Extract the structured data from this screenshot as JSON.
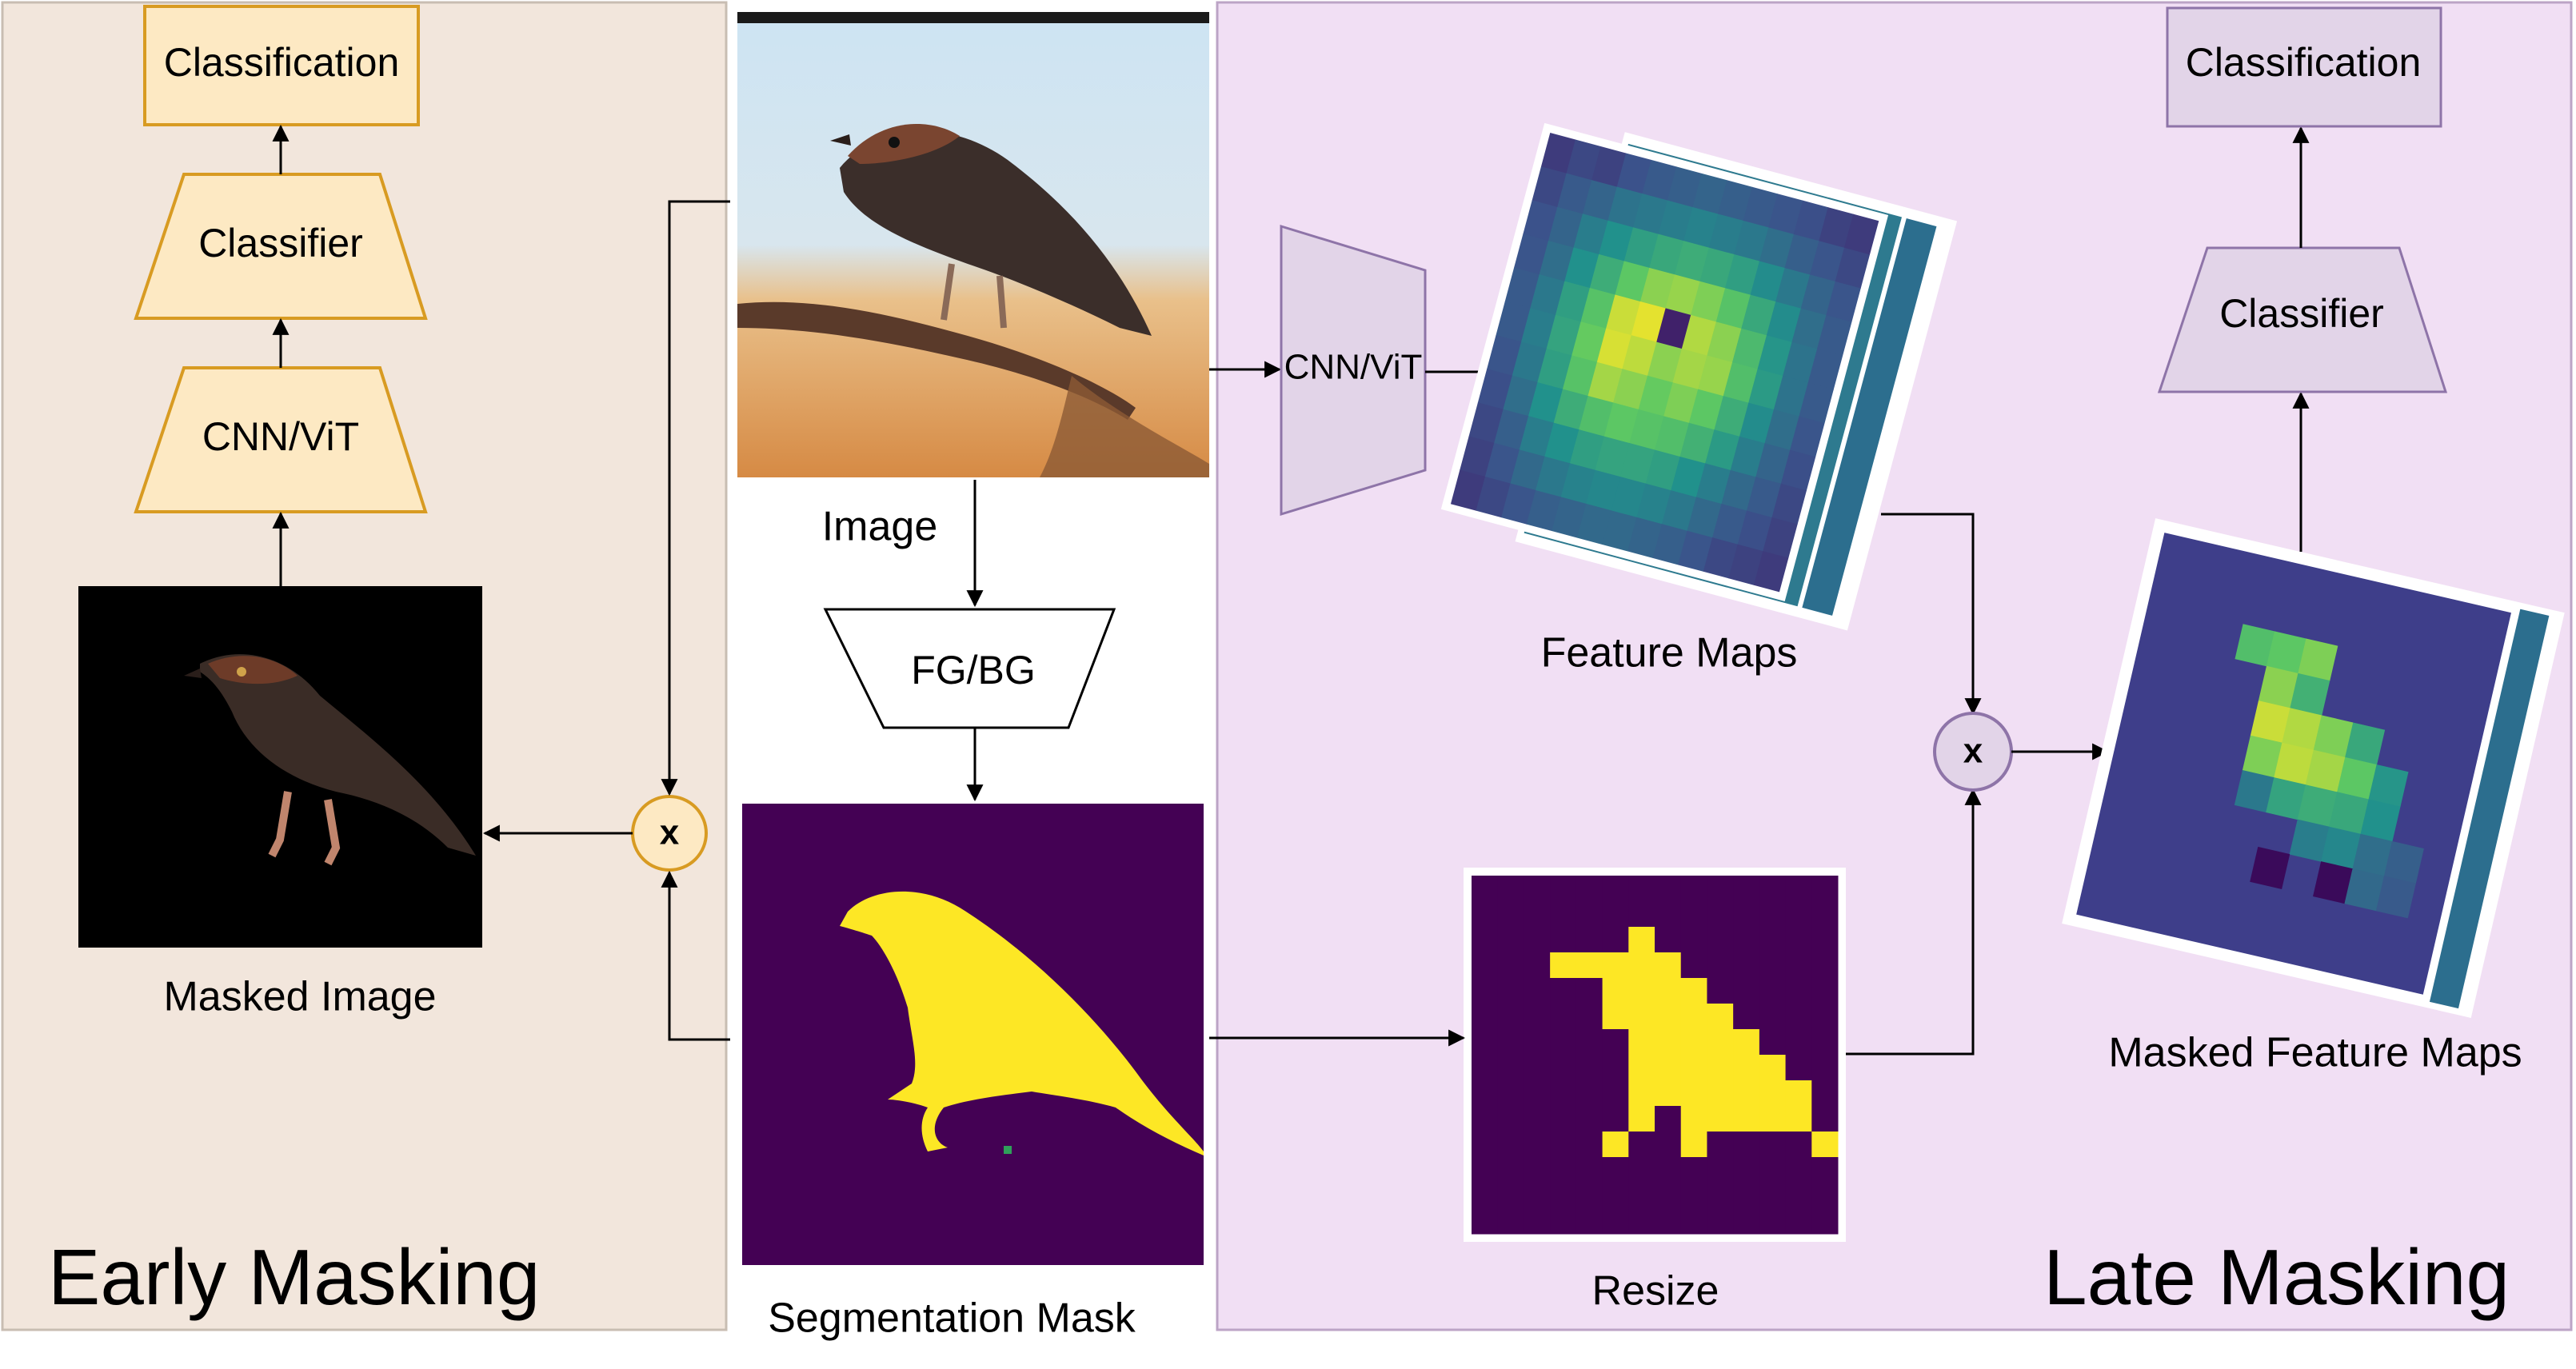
{
  "labels": {
    "early_classification": "Classification",
    "early_classifier": "Classifier",
    "early_backbone": "CNN/ViT",
    "masked_image": "Masked Image",
    "early_masking": "Early Masking",
    "image": "Image",
    "fgbg": "FG/BG",
    "segmentation_mask": "Segmentation Mask",
    "late_backbone": "CNN/ViT",
    "feature_maps": "Feature Maps",
    "resize": "Resize",
    "late_classifier": "Classifier",
    "late_classification": "Classification",
    "masked_feature_maps": "Masked Feature Maps",
    "late_masking": "Late Masking",
    "multiply_symbol": "x"
  },
  "colors": {
    "early_panel_bg": "#f2e6dc",
    "late_panel_bg": "#f1dff4",
    "early_box_fill": "#fde9c3",
    "early_box_stroke": "#d89b22",
    "late_box_fill": "#e2d4e8",
    "late_box_stroke": "#8e74a8",
    "mask_background": "#440154",
    "mask_foreground": "#fde725"
  },
  "icons": {
    "bird_photo": "bird-on-branch",
    "multiply_early": "multiply-circle-icon",
    "multiply_late": "multiply-circle-icon"
  },
  "heatmaps": {
    "feature_map": [
      [
        0.18,
        0.22,
        0.2,
        0.25,
        0.28,
        0.3,
        0.32,
        0.3,
        0.28,
        0.26,
        0.24,
        0.2,
        0.18
      ],
      [
        0.22,
        0.28,
        0.32,
        0.38,
        0.4,
        0.42,
        0.44,
        0.42,
        0.4,
        0.36,
        0.3,
        0.26,
        0.22
      ],
      [
        0.25,
        0.32,
        0.42,
        0.5,
        0.56,
        0.6,
        0.62,
        0.6,
        0.56,
        0.48,
        0.4,
        0.32,
        0.26
      ],
      [
        0.26,
        0.36,
        0.5,
        0.62,
        0.74,
        0.82,
        0.84,
        0.8,
        0.72,
        0.6,
        0.48,
        0.36,
        0.28
      ],
      [
        0.28,
        0.4,
        0.56,
        0.72,
        0.92,
        0.96,
        0.1,
        0.88,
        0.82,
        0.68,
        0.52,
        0.38,
        0.28
      ],
      [
        0.28,
        0.42,
        0.58,
        0.76,
        0.94,
        0.9,
        0.82,
        0.86,
        0.84,
        0.7,
        0.54,
        0.38,
        0.28
      ],
      [
        0.26,
        0.4,
        0.56,
        0.72,
        0.86,
        0.82,
        0.76,
        0.8,
        0.74,
        0.62,
        0.48,
        0.36,
        0.26
      ],
      [
        0.24,
        0.36,
        0.5,
        0.62,
        0.7,
        0.74,
        0.72,
        0.7,
        0.64,
        0.54,
        0.42,
        0.32,
        0.24
      ],
      [
        0.22,
        0.3,
        0.42,
        0.5,
        0.56,
        0.58,
        0.58,
        0.56,
        0.5,
        0.42,
        0.34,
        0.28,
        0.22
      ],
      [
        0.2,
        0.26,
        0.34,
        0.4,
        0.44,
        0.46,
        0.46,
        0.44,
        0.4,
        0.34,
        0.28,
        0.24,
        0.2
      ],
      [
        0.18,
        0.22,
        0.26,
        0.3,
        0.32,
        0.34,
        0.34,
        0.32,
        0.3,
        0.26,
        0.22,
        0.2,
        0.18
      ]
    ],
    "masked_feature_map": [
      [
        0.0,
        0.0,
        0.0,
        0.0,
        0.0,
        0.0,
        0.0,
        0.0,
        0.0,
        0.0,
        0.0
      ],
      [
        0.0,
        0.0,
        0.0,
        0.0,
        0.0,
        0.0,
        0.0,
        0.0,
        0.0,
        0.0,
        0.0
      ],
      [
        0.0,
        0.0,
        0.0,
        0.7,
        0.74,
        0.8,
        0.0,
        0.0,
        0.0,
        0.0,
        0.0
      ],
      [
        0.0,
        0.0,
        0.0,
        0.0,
        0.82,
        0.64,
        0.0,
        0.0,
        0.0,
        0.0,
        0.0
      ],
      [
        0.0,
        0.0,
        0.0,
        0.0,
        0.92,
        0.88,
        0.8,
        0.6,
        0.0,
        0.0,
        0.0
      ],
      [
        0.0,
        0.0,
        0.0,
        0.0,
        0.8,
        0.9,
        0.86,
        0.74,
        0.52,
        0.0,
        0.0
      ],
      [
        0.0,
        0.0,
        0.0,
        0.0,
        0.4,
        0.58,
        0.62,
        0.6,
        0.5,
        0.0,
        0.0
      ],
      [
        0.0,
        0.0,
        0.0,
        0.0,
        0.0,
        0.0,
        0.42,
        0.46,
        0.36,
        0.3,
        0.0
      ],
      [
        0.0,
        0.0,
        0.0,
        0.0,
        0.0,
        -1.0,
        0.0,
        -1.0,
        0.34,
        0.28,
        0.0
      ],
      [
        0.0,
        0.0,
        0.0,
        0.0,
        0.0,
        0.0,
        0.0,
        0.0,
        0.0,
        0.0,
        0.0
      ],
      [
        0.0,
        0.0,
        0.0,
        0.0,
        0.0,
        0.0,
        0.0,
        0.0,
        0.0,
        0.0,
        0.0
      ]
    ],
    "resized_mask": [
      [
        0,
        0,
        0,
        0,
        0,
        0,
        0,
        0,
        0,
        0,
        0,
        0,
        0,
        0
      ],
      [
        0,
        0,
        0,
        0,
        0,
        0,
        0,
        0,
        0,
        0,
        0,
        0,
        0,
        0
      ],
      [
        0,
        0,
        0,
        0,
        0,
        0,
        1,
        0,
        0,
        0,
        0,
        0,
        0,
        0
      ],
      [
        0,
        0,
        0,
        1,
        1,
        1,
        1,
        1,
        0,
        0,
        0,
        0,
        0,
        0
      ],
      [
        0,
        0,
        0,
        0,
        0,
        1,
        1,
        1,
        1,
        0,
        0,
        0,
        0,
        0
      ],
      [
        0,
        0,
        0,
        0,
        0,
        1,
        1,
        1,
        1,
        1,
        0,
        0,
        0,
        0
      ],
      [
        0,
        0,
        0,
        0,
        0,
        0,
        1,
        1,
        1,
        1,
        1,
        0,
        0,
        0
      ],
      [
        0,
        0,
        0,
        0,
        0,
        0,
        1,
        1,
        1,
        1,
        1,
        1,
        0,
        0
      ],
      [
        0,
        0,
        0,
        0,
        0,
        0,
        1,
        1,
        1,
        1,
        1,
        1,
        1,
        0
      ],
      [
        0,
        0,
        0,
        0,
        0,
        0,
        1,
        0,
        1,
        1,
        1,
        1,
        1,
        0
      ],
      [
        0,
        0,
        0,
        0,
        0,
        1,
        0,
        0,
        1,
        0,
        0,
        0,
        0,
        1
      ],
      [
        0,
        0,
        0,
        0,
        0,
        0,
        0,
        0,
        0,
        0,
        0,
        0,
        0,
        0
      ],
      [
        0,
        0,
        0,
        0,
        0,
        0,
        0,
        0,
        0,
        0,
        0,
        0,
        0,
        0
      ],
      [
        0,
        0,
        0,
        0,
        0,
        0,
        0,
        0,
        0,
        0,
        0,
        0,
        0,
        0
      ]
    ]
  }
}
